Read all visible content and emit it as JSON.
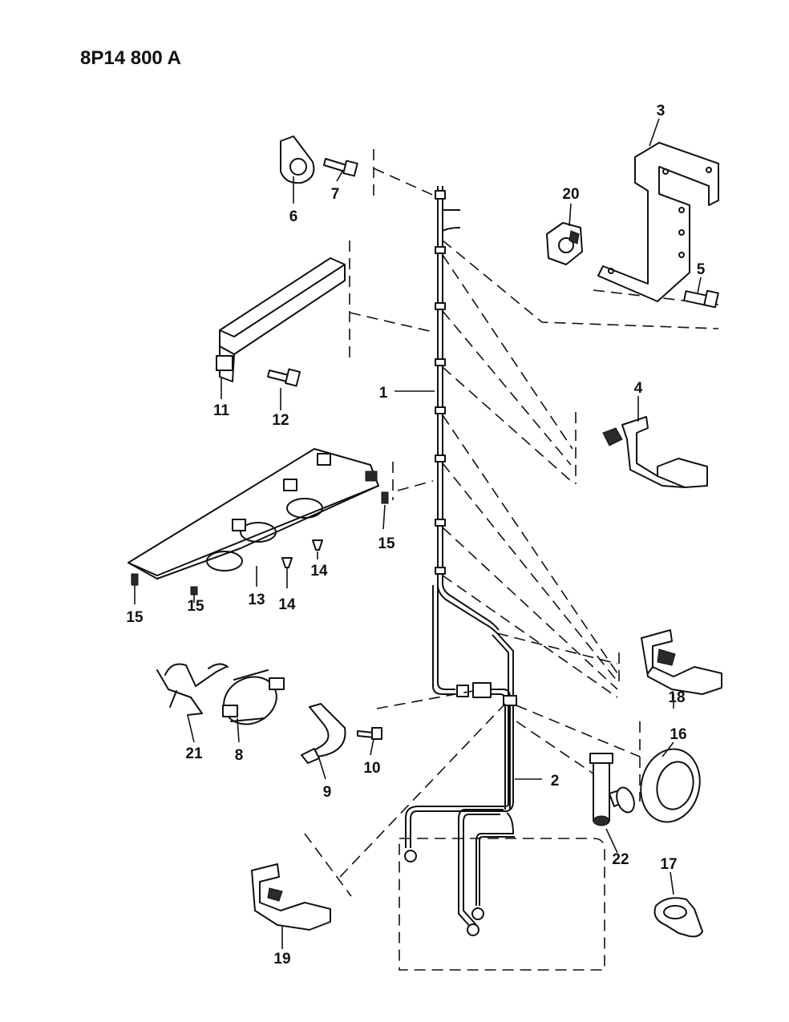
{
  "header": {
    "document_id": "8P14 800 A"
  },
  "callouts": {
    "c1": "1",
    "c2": "2",
    "c3": "3",
    "c4": "4",
    "c5": "5",
    "c6": "6",
    "c7": "7",
    "c8": "8",
    "c9": "9",
    "c10": "10",
    "c11": "11",
    "c12": "12",
    "c13": "13",
    "c14a": "14",
    "c14b": "14",
    "c15a": "15",
    "c15b": "15",
    "c15c": "15",
    "c16": "16",
    "c17": "17",
    "c18": "18",
    "c19": "19",
    "c20": "20",
    "c21": "21",
    "c22": "22"
  },
  "icons": [
    "clamp-icon",
    "bolt-icon",
    "bracket-icon",
    "clip-icon",
    "shield-icon",
    "valve-icon",
    "grommet-icon",
    "tee-fitting-icon",
    "retainer-icon",
    "vacuum-line-icon"
  ]
}
